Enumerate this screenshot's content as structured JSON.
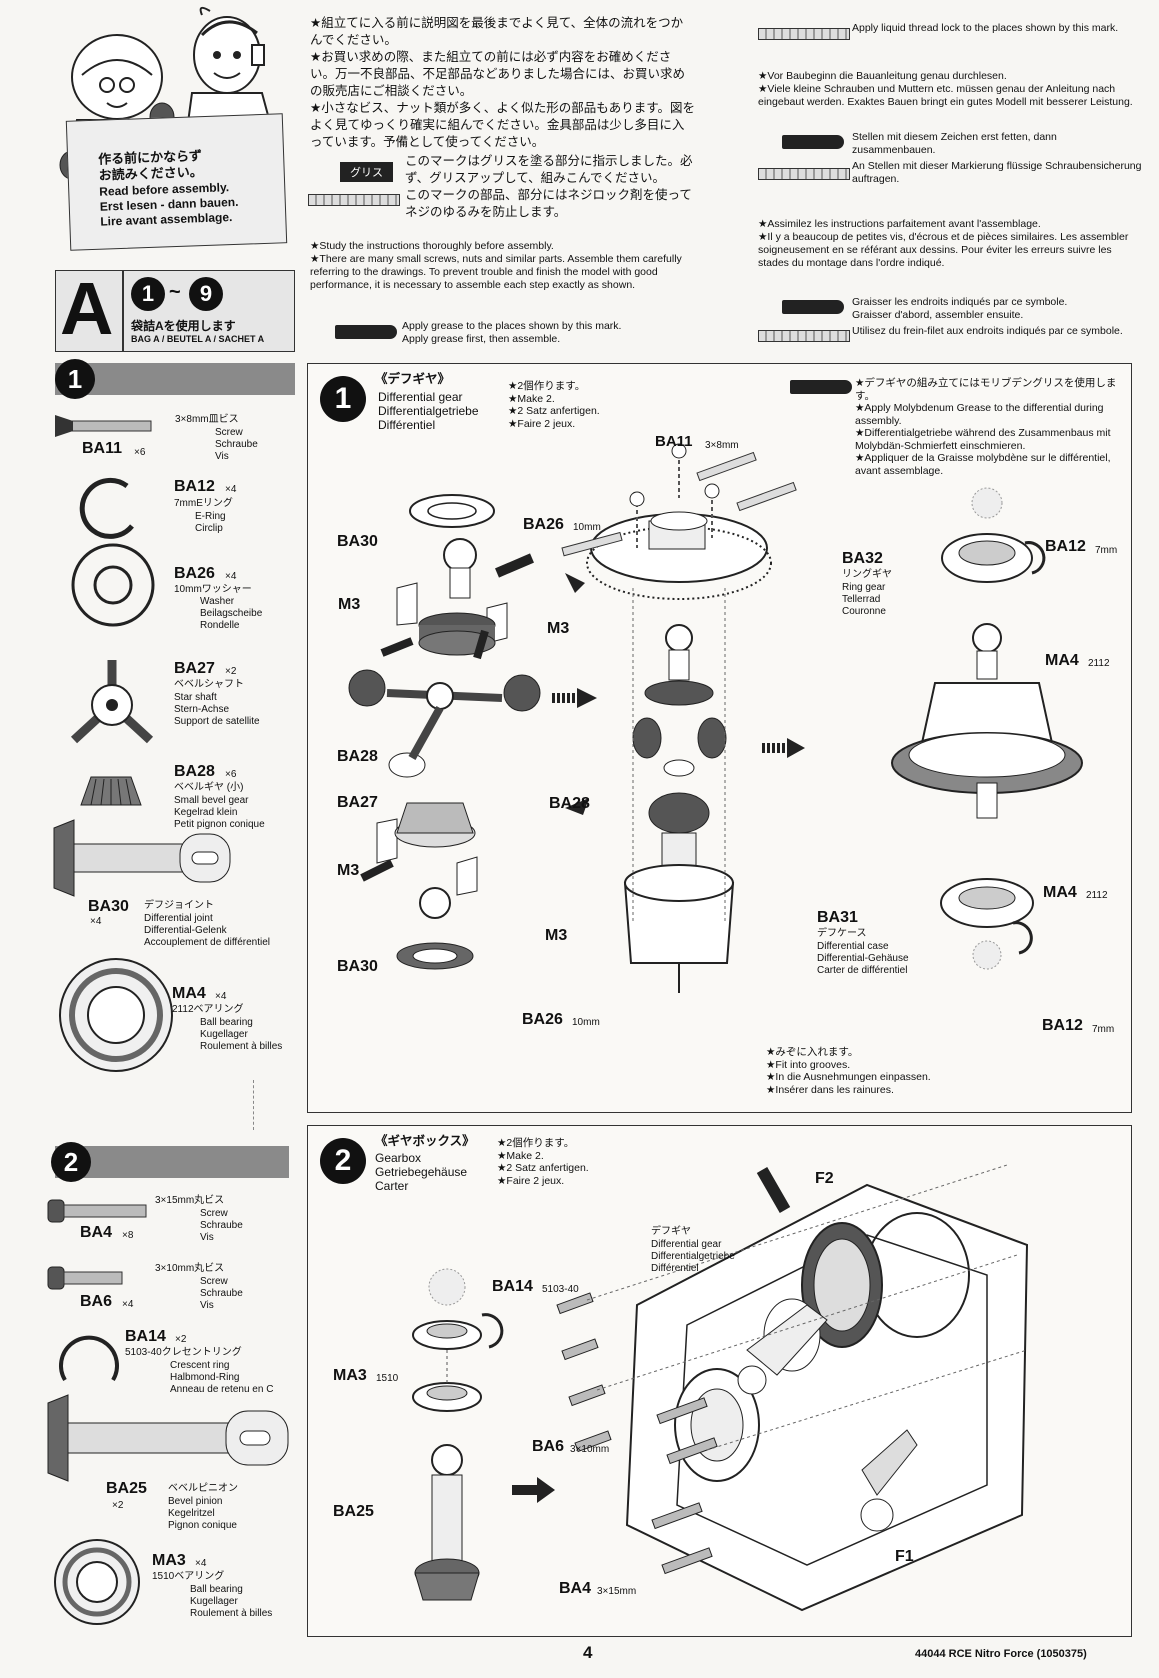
{
  "header_jp": [
    "★組立てに入る前に説明図を最後までよく見て、全体の流れをつかんでください。",
    "★お買い求めの際、また組立ての前には必ず内容をお確めください。万一不良部品、不足部品などありました場合には、お買い求めの販売店にご相談ください。",
    "★小さなビス、ナット類が多く、よく似た形の部品もあります。図をよく見てゆっくり確実に組んでください。金具部品は少し多目に入っています。予備として使ってください。"
  ],
  "grease_badge": "グリス",
  "grease_jp": "このマークはグリスを塗る部分に指示しました。必ず、グリスアップして、組みこんでください。",
  "threadlock_jp": "このマークの部品、部分にはネジロック剤を使ってネジのゆるみを防止します。",
  "mascot_note": {
    "jp1": "作る前にかならず",
    "jp2": "お読みください。",
    "en": "Read before assembly.",
    "de": "Erst lesen - dann bauen.",
    "fr": "Lire avant assemblage."
  },
  "en_intro": [
    "★Study the instructions thoroughly before assembly.",
    "★There are many small screws, nuts and similar parts. Assemble them carefully referring to the drawings. To prevent trouble and finish the model with good performance, it is necessary to assemble each step exactly as shown."
  ],
  "en_grease": "Apply grease to the places shown by this mark.\nApply grease first, then assemble.",
  "en_threadlock": "Apply liquid thread lock to the places shown by this mark.",
  "de_intro": [
    "★Vor Baubeginn die Bauanleitung genau durchlesen.",
    "★Viele kleine Schrauben und Muttern etc. müssen genau der Anleitung nach eingebaut werden. Exaktes Bauen bringt ein gutes Modell mit besserer Leistung."
  ],
  "de_grease": "Stellen mit diesem Zeichen erst fetten, dann zusammenbauen.",
  "de_threadlock": "An Stellen mit dieser Markierung flüssige Schraubensicherung auftragen.",
  "fr_intro": [
    "★Assimilez les instructions parfaitement avant l'assemblage.",
    "★Il y a beaucoup de petites vis, d'écrous et de pièces similaires. Les assembler soigneusement en se référant aux dessins. Pour éviter les erreurs suivre les stades du montage dans l'ordre indiqué."
  ],
  "fr_grease": "Graisser les endroits indiqués par ce symbole.\nGraisser d'abord, assembler ensuite.",
  "fr_threadlock": "Utilisez du frein-filet aux endroits indiqués par ce symbole.",
  "bag": {
    "letter": "A",
    "range_from": "1",
    "range_sep": "~",
    "range_to": "9",
    "jp": "袋詰Aを使用します",
    "en": "BAG A / BEUTEL A / SACHET A"
  },
  "step1_parts": [
    {
      "code": "BA11",
      "qty": "×6",
      "jp": "3×8mm皿ビス",
      "en": "Screw",
      "de": "Schraube",
      "fr": "Vis"
    },
    {
      "code": "BA12",
      "qty": "×4",
      "jp": "7mmEリング",
      "en": "E-Ring",
      "de": "E-Ring",
      "fr": "Circlip"
    },
    {
      "code": "BA26",
      "qty": "×4",
      "jp": "10mmワッシャー",
      "en": "Washer",
      "de": "Beilagscheibe",
      "fr": "Rondelle"
    },
    {
      "code": "BA27",
      "qty": "×2",
      "jp": "ベベルシャフト",
      "en": "Star shaft",
      "de": "Stern-Achse",
      "fr": "Support de satellite"
    },
    {
      "code": "BA28",
      "qty": "×6",
      "jp": "ベベルギヤ (小)",
      "en": "Small bevel gear",
      "de": "Kegelrad klein",
      "fr": "Petit pignon conique"
    },
    {
      "code": "BA30",
      "qty": "×4",
      "jp": "デフジョイント",
      "en": "Differential joint",
      "de": "Differential-Gelenk",
      "fr": "Accouplement de différentiel"
    },
    {
      "code": "MA4",
      "qty": "×4",
      "jp": "2112ベアリング",
      "en": "Ball bearing",
      "de": "Kugellager",
      "fr": "Roulement à billes"
    }
  ],
  "step2_parts": [
    {
      "code": "BA4",
      "qty": "×8",
      "jp": "3×15mm丸ビス",
      "en": "Screw",
      "de": "Schraube",
      "fr": "Vis"
    },
    {
      "code": "BA6",
      "qty": "×4",
      "jp": "3×10mm丸ビス",
      "en": "Screw",
      "de": "Schraube",
      "fr": "Vis"
    },
    {
      "code": "BA14",
      "qty": "×2",
      "jp": "5103-40クレセントリング",
      "en": "Crescent ring",
      "de": "Halbmond-Ring",
      "fr": "Anneau de retenu en C"
    },
    {
      "code": "BA25",
      "qty": "×2",
      "jp": "ベベルピニオン",
      "en": "Bevel pinion",
      "de": "Kegelritzel",
      "fr": "Pignon conique"
    },
    {
      "code": "MA3",
      "qty": "×4",
      "jp": "1510ベアリング",
      "en": "Ball bearing",
      "de": "Kugellager",
      "fr": "Roulement à billes"
    }
  ],
  "step1": {
    "num": "1",
    "jp": "《デフギヤ》",
    "en": "Differential gear",
    "de": "Differentialgetriebe",
    "fr": "Différentiel",
    "make_jp": "★2個作ります。",
    "make_en": "★Make 2.",
    "make_de": "★2 Satz anfertigen.",
    "make_fr": "★Faire 2 jeux.",
    "moly_jp": "★デフギヤの組み立てにはモリブデングリスを使用します。",
    "moly_en": "★Apply Molybdenum Grease to the differential during assembly.",
    "moly_de": "★Differentialgetriebe während des Zusammenbaus mit Molybdän-Schmierfett einschmieren.",
    "moly_fr": "★Appliquer de la Graisse molybdène sur le différentiel, avant assemblage.",
    "groove_jp": "★みぞに入れます。",
    "groove_en": "★Fit into grooves.",
    "groove_de": "★In die Ausnehmungen einpassen.",
    "groove_fr": "★Insérer dans les rainures.",
    "labels": {
      "BA11": "BA11",
      "BA11_size": "3×8mm",
      "BA26": "BA26",
      "BA26_size": "10mm",
      "BA30": "BA30",
      "M3": "M3",
      "BA32": "BA32",
      "BA32_jp": "リングギヤ",
      "BA32_en": "Ring gear",
      "BA32_de": "Tellerrad",
      "BA32_fr": "Couronne",
      "BA12": "BA12",
      "BA12_size": "7mm",
      "MA4": "MA4",
      "MA4_size": "2112",
      "BA28": "BA28",
      "BA27": "BA27",
      "BA31": "BA31",
      "BA31_jp": "デフケース",
      "BA31_en": "Differential case",
      "BA31_de": "Differential-Gehäuse",
      "BA31_fr": "Carter de différentiel"
    }
  },
  "step2": {
    "num": "2",
    "jp": "《ギヤボックス》",
    "en": "Gearbox",
    "de": "Getriebegehäuse",
    "fr": "Carter",
    "make_jp": "★2個作ります。",
    "make_en": "★Make 2.",
    "make_de": "★2 Satz anfertigen.",
    "make_fr": "★Faire 2 jeux.",
    "labels": {
      "BA14": "BA14",
      "BA14_size": "5103-40",
      "MA3": "MA3",
      "MA3_size": "1510",
      "BA25": "BA25",
      "BA6": "BA6",
      "BA6_size": "3×10mm",
      "BA4": "BA4",
      "BA4_size": "3×15mm",
      "F1": "F1",
      "F2": "F2",
      "diff_jp": "デフギヤ",
      "diff_en": "Differential gear",
      "diff_de": "Differentialgetriebe",
      "diff_fr": "Différentiel"
    }
  },
  "footer": {
    "page": "4",
    "code": "44044 RCE Nitro Force (1050375)"
  }
}
